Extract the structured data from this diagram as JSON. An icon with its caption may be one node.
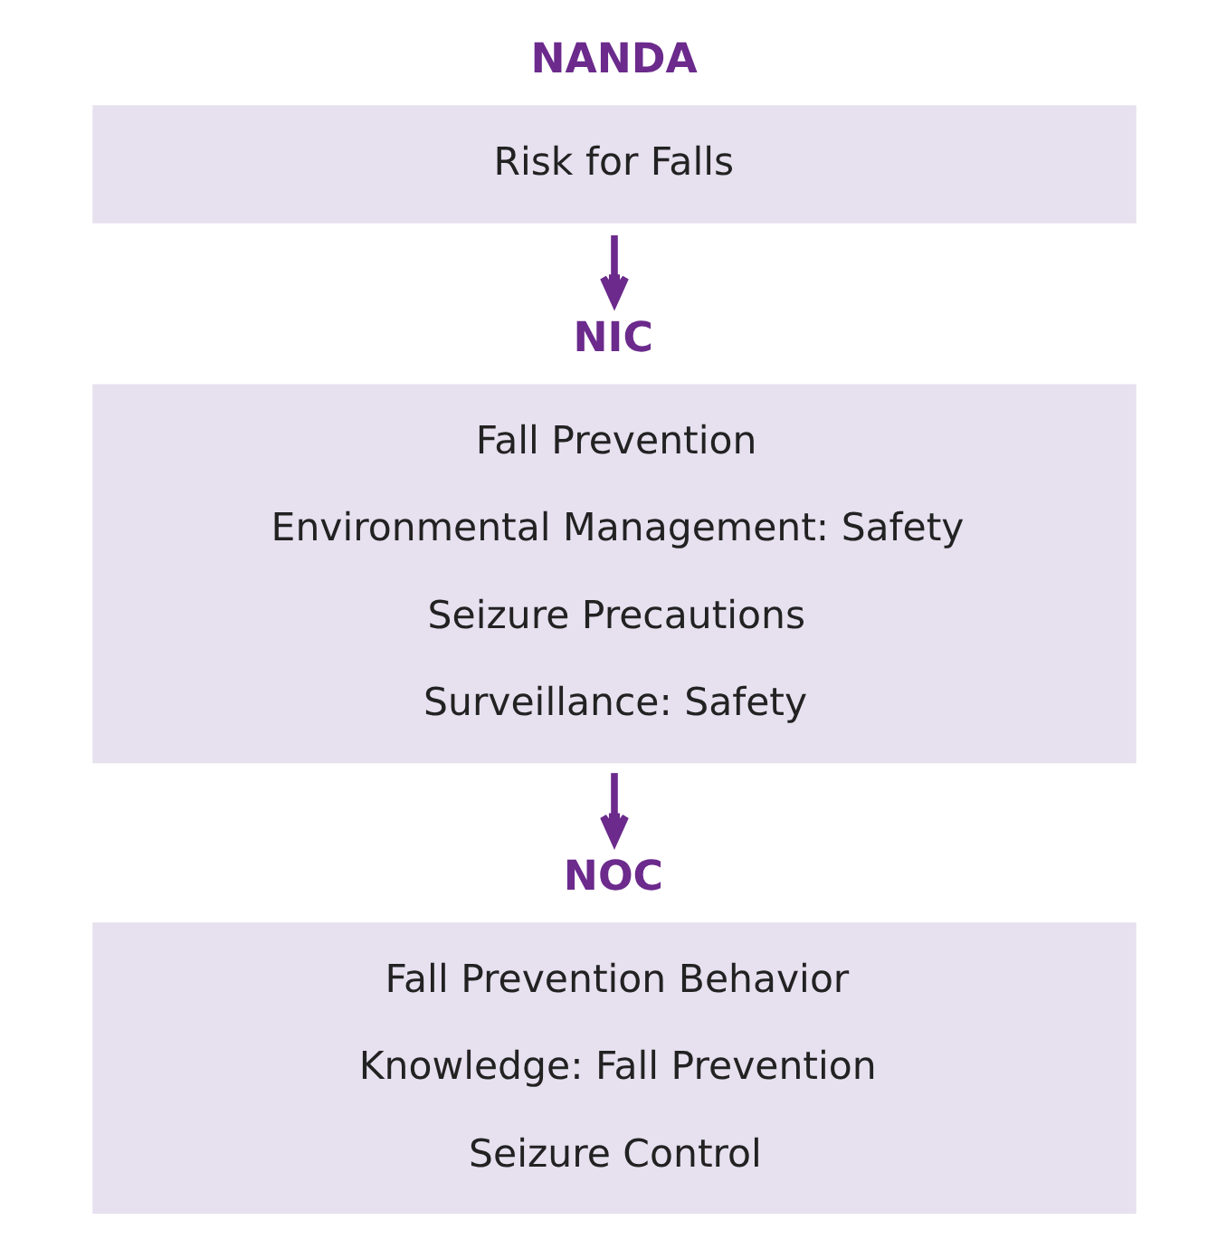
{
  "diagram": {
    "nodes": [
      {
        "text": [
          "NANDA",
          "Risk for Falls"
        ]
      },
      {
        "text": [
          "NIC",
          "Fall Prevention",
          "Environmental Management: Safety",
          "Seizure Precautions",
          "Surveillance: Safety"
        ]
      },
      {
        "text": [
          "NOC",
          "Fall Prevention Behavior",
          "Knowledge: Fall Prevention",
          "Seizure Control"
        ]
      }
    ],
    "edges": [
      {
        "from": 0,
        "to": 1,
        "arrow": "to"
      },
      {
        "from": 1,
        "to": 2,
        "arrow": "to"
      }
    ]
  }
}
